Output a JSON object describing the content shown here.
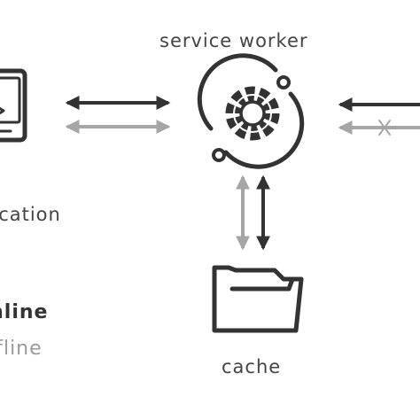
{
  "labels": {
    "service_worker": "service worker",
    "application": "application",
    "cache": "cache"
  },
  "legend": {
    "online": "online",
    "offline": "offline"
  },
  "colors": {
    "dark": "#333333",
    "light": "#a6a6a6",
    "online_text": "#333333",
    "offline_text": "#9a9a9a"
  },
  "icons": {
    "application": "laptop-icon",
    "service_worker": "gear-sync-icon",
    "cache": "folder-icon",
    "network_blocked": "cross-icon"
  }
}
